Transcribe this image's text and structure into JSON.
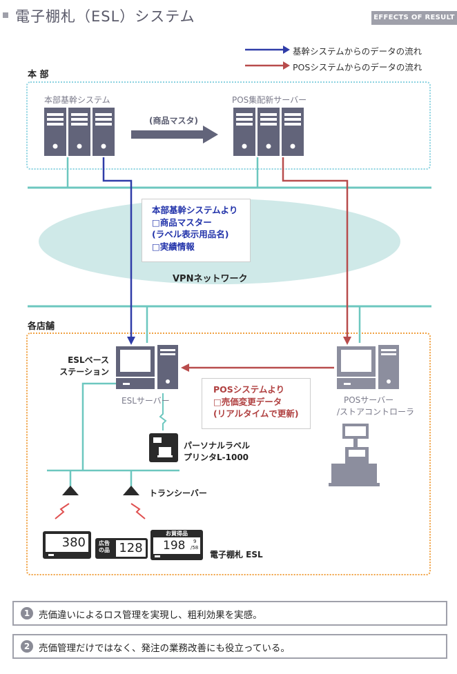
{
  "header": {
    "title": "電子棚札（ESL）システム",
    "badge": "EFFECTS OF RESULT"
  },
  "legend": {
    "items": [
      {
        "label": "基幹システムからのデータの流れ",
        "color": "#2f3ca8"
      },
      {
        "label": "POSシステムからのデータの流れ",
        "color": "#b84c4c"
      }
    ]
  },
  "headquarters": {
    "label": "本 部",
    "core_system_label": "本部基幹システム",
    "pos_server_label": "POS集配新サーバー",
    "transfer_label": "(商品マスタ)"
  },
  "network": {
    "label": "VPNネットワーク",
    "callout": {
      "line1": "本部基幹システムより",
      "line2": "□商品マスター",
      "line3": "(ラベル表示用品名)",
      "line4": "□実績情報"
    }
  },
  "store": {
    "label": "各店舗",
    "esl_base_line1": "ESLベース",
    "esl_base_line2": "ステーション",
    "esl_server_label": "ESLサーバー",
    "pos_server_line1": "POSサーバー",
    "pos_server_line2": "/ストアコントローラ",
    "printer_line1": "パーソナルラベル",
    "printer_line2": "プリンタL-1000",
    "transceiver_label": "トランシーバー",
    "esl_label": "電子棚札 ESL",
    "callout": {
      "line1": "POSシステムより",
      "line2": "□売価変更データ",
      "line3": "(リアルタイムで更新)"
    },
    "tags": {
      "tag1_price": "380",
      "tag2_prefix_line1": "広告",
      "tag2_prefix_line2": "の品",
      "tag2_price": "128",
      "tag3_header": "お買得品",
      "tag3_price": "198",
      "tag3_date_top": "9",
      "tag3_date_bottom": "/58"
    }
  },
  "effects": [
    {
      "num": "1",
      "text": "売価違いによるロス管理を実現し、粗利効果を実感。"
    },
    {
      "num": "2",
      "text": "売価管理だけではなく、発注の業務改善にも役立っている。"
    }
  ],
  "colors": {
    "network_line": "#6cc7bf",
    "blue_flow": "#2f3ca8",
    "red_flow": "#b84c4c",
    "server": "#62647a",
    "cloud": "#cfe9e8"
  }
}
